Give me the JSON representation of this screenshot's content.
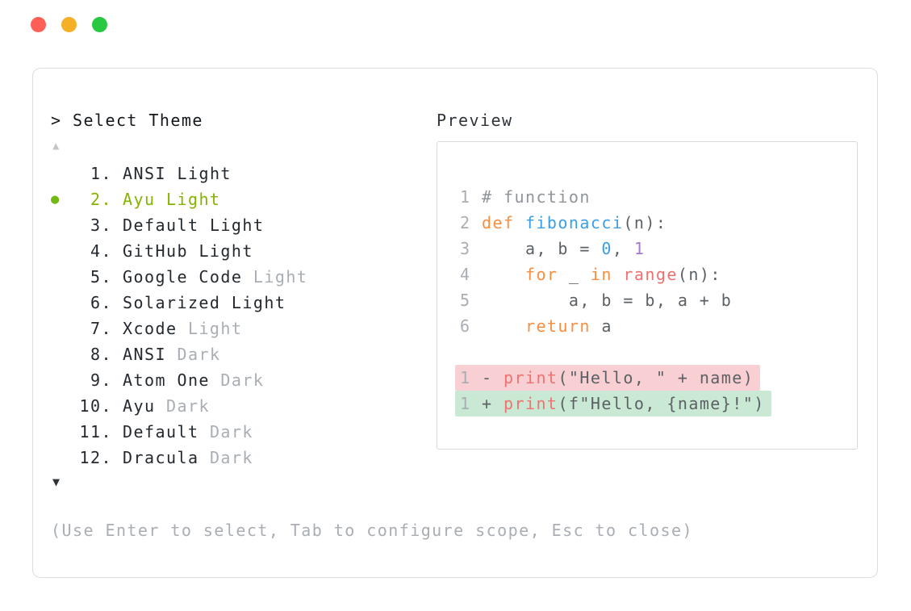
{
  "colors": {
    "traffic_red": "#ff5f57",
    "traffic_yellow": "#f5b027",
    "traffic_green": "#28c840",
    "text": "#24292f",
    "dim_text": "#a9aeb5",
    "accent_green": "#86b300",
    "bullet_green": "#74b816",
    "code_text": "#5c6166",
    "lineno": "#a9aeb5",
    "comment": "#8f959b",
    "keyword": "#fa8d3e",
    "function": "#399ee6",
    "number_blue": "#399ee6",
    "number_purple": "#a37acc",
    "call": "#f07171",
    "diff_removed_bg": "#f8cfd2",
    "diff_added_bg": "#c9e9d4"
  },
  "panel": {
    "title": "> Select Theme",
    "scroll_up_icon": "▲",
    "scroll_down_icon": "▼",
    "hint": "(Use Enter to select, Tab to configure scope, Esc to close)",
    "themes": [
      {
        "num": "1.",
        "name": "ANSI",
        "variant": "Light",
        "dim_variant": false,
        "selected": false
      },
      {
        "num": "2.",
        "name": "Ayu",
        "variant": "Light",
        "dim_variant": false,
        "selected": true
      },
      {
        "num": "3.",
        "name": "Default",
        "variant": "Light",
        "dim_variant": false,
        "selected": false
      },
      {
        "num": "4.",
        "name": "GitHub",
        "variant": "Light",
        "dim_variant": false,
        "selected": false
      },
      {
        "num": "5.",
        "name": "Google Code",
        "variant": "Light",
        "dim_variant": true,
        "selected": false
      },
      {
        "num": "6.",
        "name": "Solarized",
        "variant": "Light",
        "dim_variant": false,
        "selected": false
      },
      {
        "num": "7.",
        "name": "Xcode",
        "variant": "Light",
        "dim_variant": true,
        "selected": false
      },
      {
        "num": "8.",
        "name": "ANSI",
        "variant": "Dark",
        "dim_variant": true,
        "selected": false
      },
      {
        "num": "9.",
        "name": "Atom One",
        "variant": "Dark",
        "dim_variant": true,
        "selected": false
      },
      {
        "num": "10.",
        "name": "Ayu",
        "variant": "Dark",
        "dim_variant": true,
        "selected": false
      },
      {
        "num": "11.",
        "name": "Default",
        "variant": "Dark",
        "dim_variant": true,
        "selected": false
      },
      {
        "num": "12.",
        "name": "Dracula",
        "variant": "Dark",
        "dim_variant": true,
        "selected": false
      }
    ]
  },
  "preview": {
    "label": "Preview",
    "code_lines": [
      {
        "no": "1",
        "tokens": [
          {
            "t": "# function",
            "c": "cm"
          }
        ]
      },
      {
        "no": "2",
        "tokens": [
          {
            "t": "def ",
            "c": "kw"
          },
          {
            "t": "fibonacci",
            "c": "fn"
          },
          {
            "t": "(n):",
            "c": "pl"
          }
        ]
      },
      {
        "no": "3",
        "tokens": [
          {
            "t": "    a, b = ",
            "c": "pl"
          },
          {
            "t": "0",
            "c": "nb"
          },
          {
            "t": ", ",
            "c": "pl"
          },
          {
            "t": "1",
            "c": "np"
          }
        ]
      },
      {
        "no": "4",
        "tokens": [
          {
            "t": "    ",
            "c": "pl"
          },
          {
            "t": "for",
            "c": "kw"
          },
          {
            "t": " _ ",
            "c": "pl"
          },
          {
            "t": "in",
            "c": "kw"
          },
          {
            "t": " ",
            "c": "pl"
          },
          {
            "t": "range",
            "c": "fc"
          },
          {
            "t": "(n):",
            "c": "pl"
          }
        ]
      },
      {
        "no": "5",
        "tokens": [
          {
            "t": "        a, b = b, a + b",
            "c": "pl"
          }
        ]
      },
      {
        "no": "6",
        "tokens": [
          {
            "t": "    ",
            "c": "pl"
          },
          {
            "t": "return",
            "c": "kw"
          },
          {
            "t": " a",
            "c": "pl"
          }
        ]
      }
    ],
    "diff_lines": [
      {
        "no": "1",
        "sign": "-",
        "kind": "removed",
        "tokens": [
          {
            "t": "print",
            "c": "fc"
          },
          {
            "t": "(\"Hello, \" + name)",
            "c": "pl"
          }
        ]
      },
      {
        "no": "1",
        "sign": "+",
        "kind": "added",
        "tokens": [
          {
            "t": "print",
            "c": "fc"
          },
          {
            "t": "(f\"Hello, {name}!\")",
            "c": "pl"
          }
        ]
      }
    ]
  }
}
